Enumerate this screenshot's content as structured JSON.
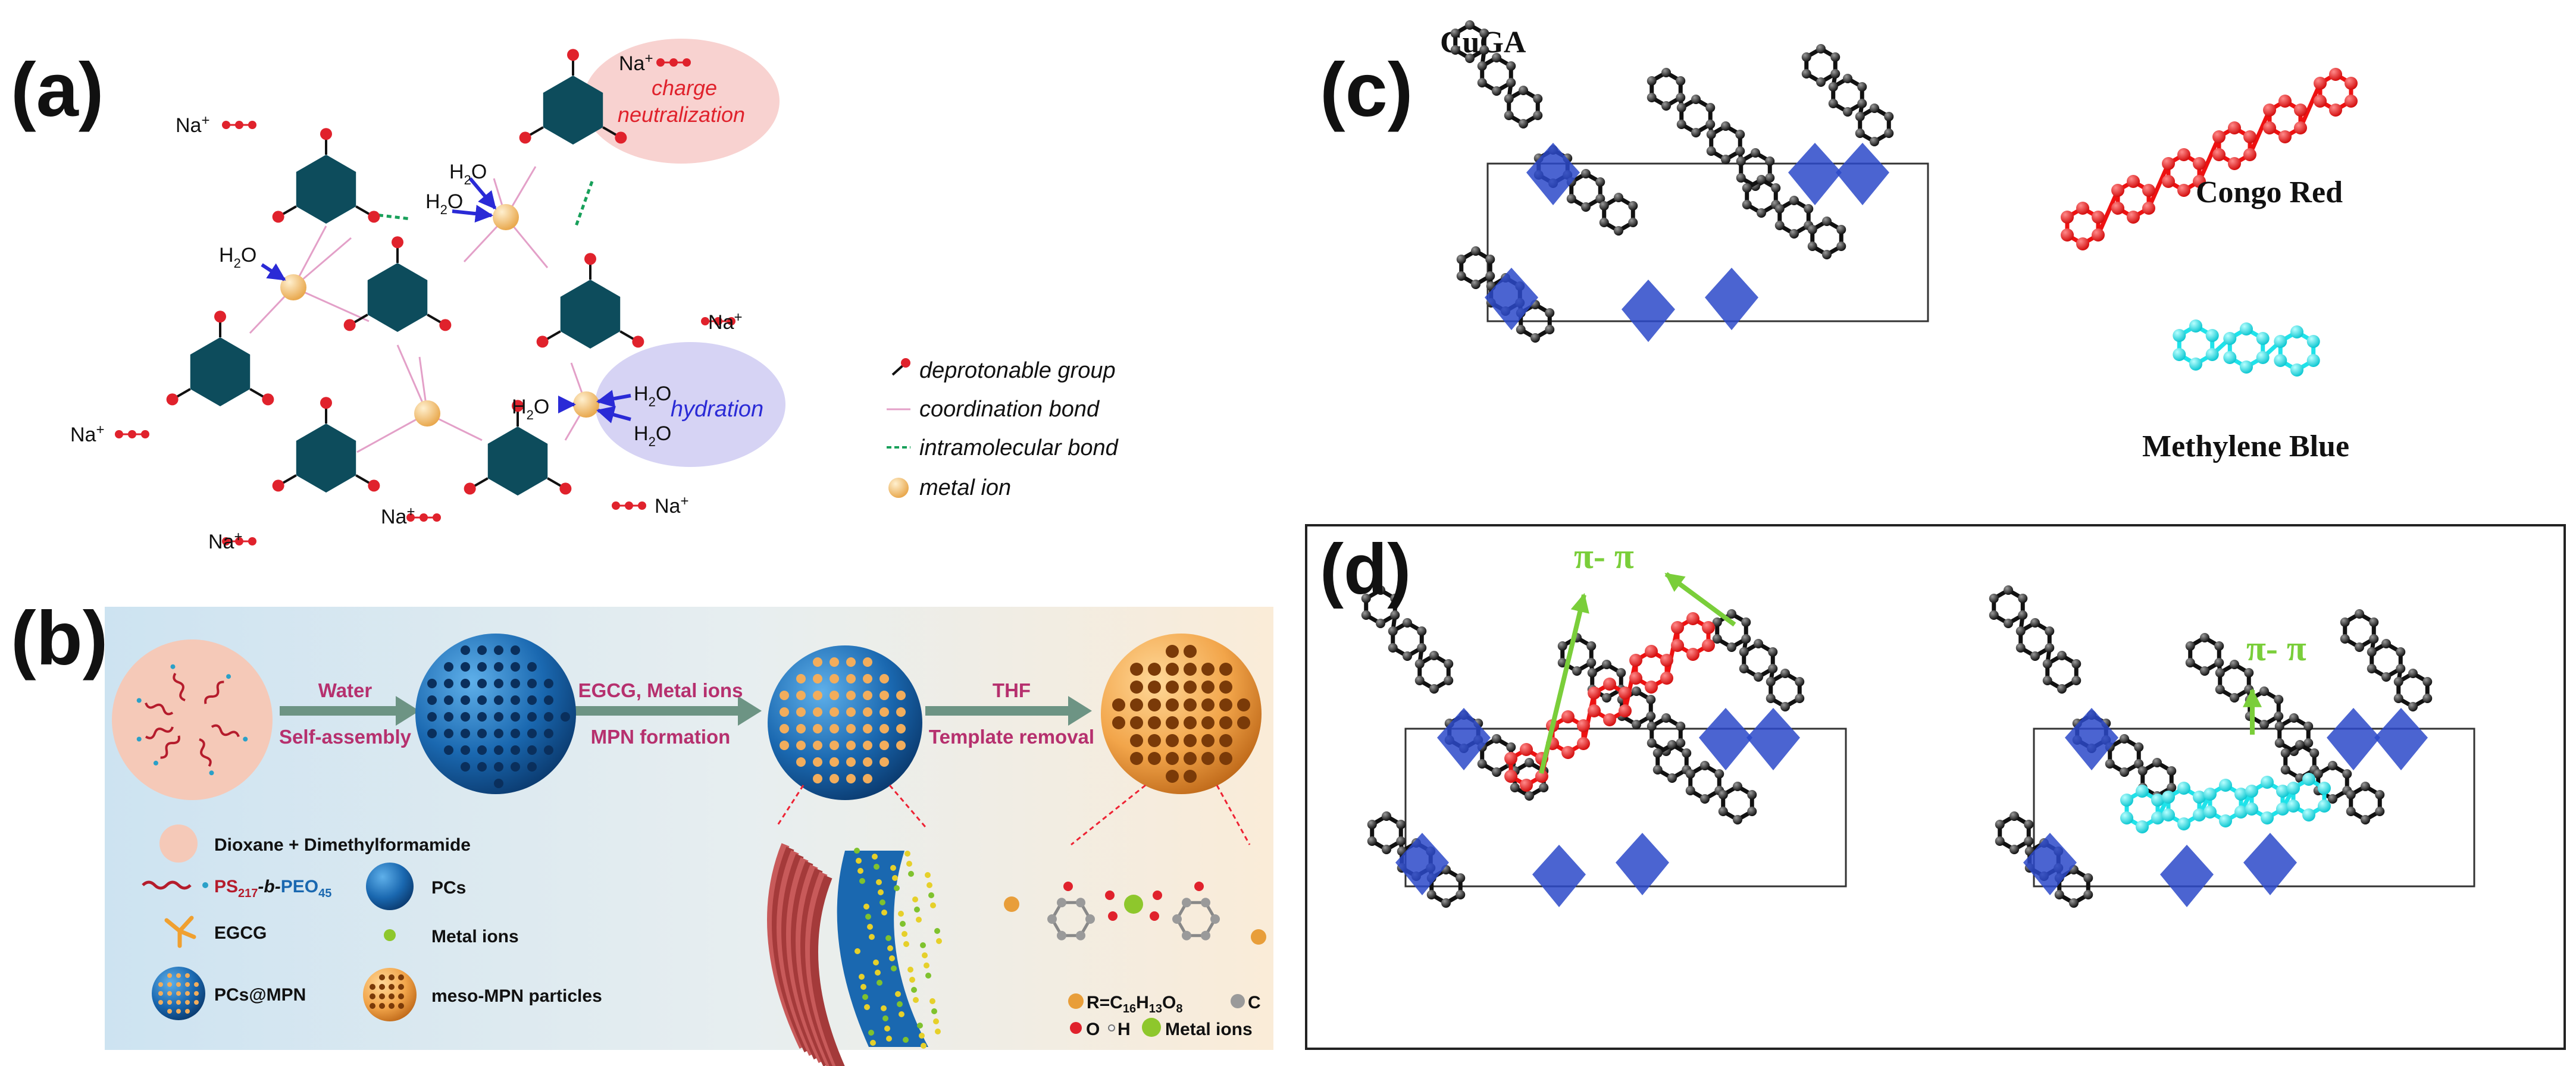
{
  "panels": {
    "a": "(a)",
    "b": "(b)",
    "c": "(c)",
    "d": "(d)"
  },
  "a": {
    "ion": "Na",
    "water": "H",
    "water_sub": "2",
    "water_tail": "O",
    "charge_label_1": "charge",
    "charge_label_2": "neutralization",
    "hydration_label": "hydration",
    "legend": [
      "deprotonable group",
      "coordination bond",
      "intramolecular bond",
      "metal ion"
    ],
    "colors": {
      "ring": "#0d4c5c",
      "oxygen": "#e0222c",
      "metal": "#f2be73",
      "pink_bubble": "#f8d2d0",
      "violet_bubble": "#d6d3f4",
      "arrow": "#2a2ad6"
    }
  },
  "b": {
    "step1_top": "Water",
    "step1_bottom": "Self-assembly",
    "step2_top": "EGCG, Metal ions",
    "step2_bottom": "MPN formation",
    "step3_top": "THF",
    "step3_bottom": "Template removal",
    "legend": {
      "dioxane": "Dioxane + Dimethylformamide",
      "ps": "PS",
      "ps_sub": "217",
      "b_part": "-b-",
      "peo": "PEO",
      "peo_sub": "45",
      "pcs": "PCs",
      "egcg": "EGCG",
      "metal": "Metal ions",
      "pcs_mpn": "PCs@MPN",
      "meso": "meso-MPN particles"
    },
    "key": {
      "r": "R=C",
      "r_sub1": "16",
      "r_h": "H",
      "r_sub2": "13",
      "r_o": "O",
      "r_sub3": "8",
      "c": "C",
      "o": "O",
      "h": "H",
      "metal": "Metal ions"
    },
    "colors": {
      "bg_left": "#d3e7f2",
      "bg_right": "#f9ecd9",
      "label": "#b6306e",
      "arrow": "#6d9484",
      "sphere": "#1b6db3",
      "pore": "#f2ad5c"
    }
  },
  "c": {
    "cuga": "CuGA",
    "congo": "Congo Red",
    "mb": "Methylene Blue",
    "colors": {
      "congo": "#ee1111",
      "mb": "#1ee3ea",
      "poly": "#2c49c9"
    }
  },
  "d": {
    "pp_left": "π- π",
    "pp_right": "π- π",
    "colors": {
      "pp": "#7ace3a"
    }
  }
}
